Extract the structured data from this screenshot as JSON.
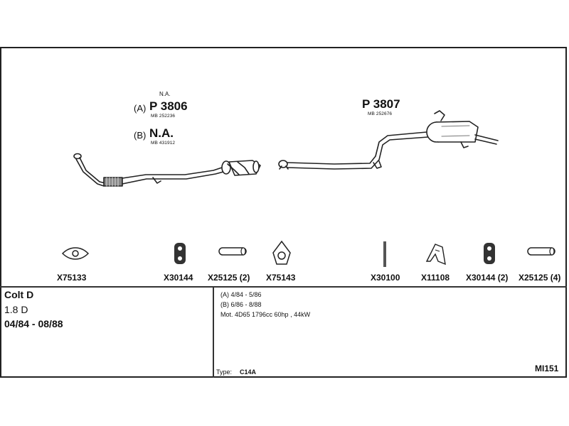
{
  "diagram": {
    "front_section": {
      "variant_a_note": "N.A.",
      "variant_a_prefix": "(A)",
      "variant_a_part": "P 3806",
      "variant_a_ref": "MB 252236",
      "variant_b_prefix": "(B)",
      "variant_b_part": "N.A.",
      "variant_b_ref": "MB 431912"
    },
    "rear_section": {
      "part": "P 3807",
      "ref": "MB 252676"
    }
  },
  "accessories": [
    {
      "code": "X75133",
      "icon": "gasket-flange-icon"
    },
    {
      "code": "X30144",
      "icon": "rubber-hanger-icon"
    },
    {
      "code": "X25125 (2)",
      "icon": "pipe-clamp-sleeve-icon"
    },
    {
      "code": "X75143",
      "icon": "gasket-triangle-icon"
    },
    {
      "code": "X30100",
      "icon": "rod-icon"
    },
    {
      "code": "X11108",
      "icon": "bracket-icon"
    },
    {
      "code": "X30144 (2)",
      "icon": "rubber-hanger-icon"
    },
    {
      "code": "X25125 (4)",
      "icon": "pipe-clamp-sleeve-icon"
    }
  ],
  "vehicle": {
    "model": "Colt D",
    "engine": "1.8 D",
    "years": "04/84 - 08/88"
  },
  "specs": {
    "line_a": "(A) 4/84 - 5/86",
    "line_b": "(B) 6/86 - 8/88",
    "motor": "Mot. 4D65 1796cc 60hp , 44kW",
    "type_label": "Type:",
    "type_value": "C14A",
    "sheet_code": "MI151"
  }
}
